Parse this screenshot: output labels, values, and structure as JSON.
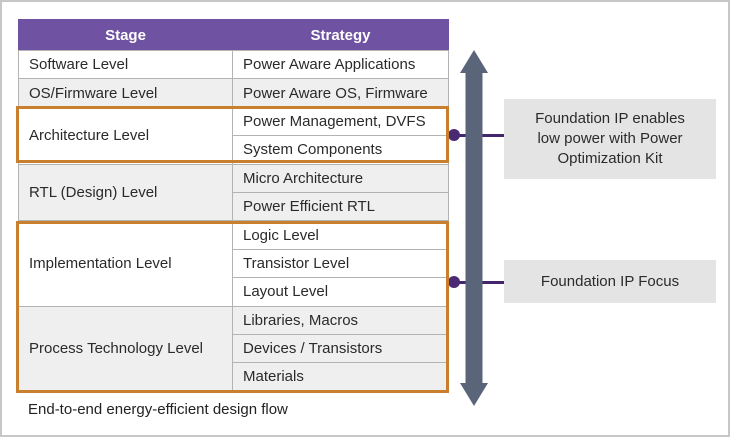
{
  "table": {
    "headers": [
      "Stage",
      "Strategy"
    ],
    "groups": [
      {
        "stage": "Software Level",
        "strategies": [
          "Power Aware Applications"
        ]
      },
      {
        "stage": "OS/Firmware Level",
        "strategies": [
          "Power Aware OS, Firmware"
        ]
      },
      {
        "stage": "Architecture Level",
        "strategies": [
          "Power Management, DVFS",
          "System Components"
        ],
        "highlighted": true
      },
      {
        "stage": "RTL (Design) Level",
        "strategies": [
          "Micro Architecture",
          "Power Efficient RTL"
        ]
      },
      {
        "stage": "Implementation Level",
        "strategies": [
          "Logic Level",
          "Transistor Level",
          "Layout Level"
        ],
        "highlighted": true
      },
      {
        "stage": "Process Technology Level",
        "strategies": [
          "Libraries, Macros",
          "Devices / Transistors",
          "Materials"
        ],
        "highlighted": true
      }
    ]
  },
  "callouts": [
    {
      "lines": [
        "Foundation IP enables",
        "low power with Power",
        "Optimization Kit"
      ]
    },
    {
      "lines": [
        "Foundation IP Focus"
      ]
    }
  ],
  "caption": "End-to-end energy-efficient design flow",
  "colors": {
    "header_purple": "#6f52a2",
    "highlight_orange": "#c9802e",
    "arrow_slate": "#5b6579",
    "connector_purple": "#43266e",
    "callout_bg": "#e4e4e4",
    "row_alt_gray": "#efeff0"
  }
}
